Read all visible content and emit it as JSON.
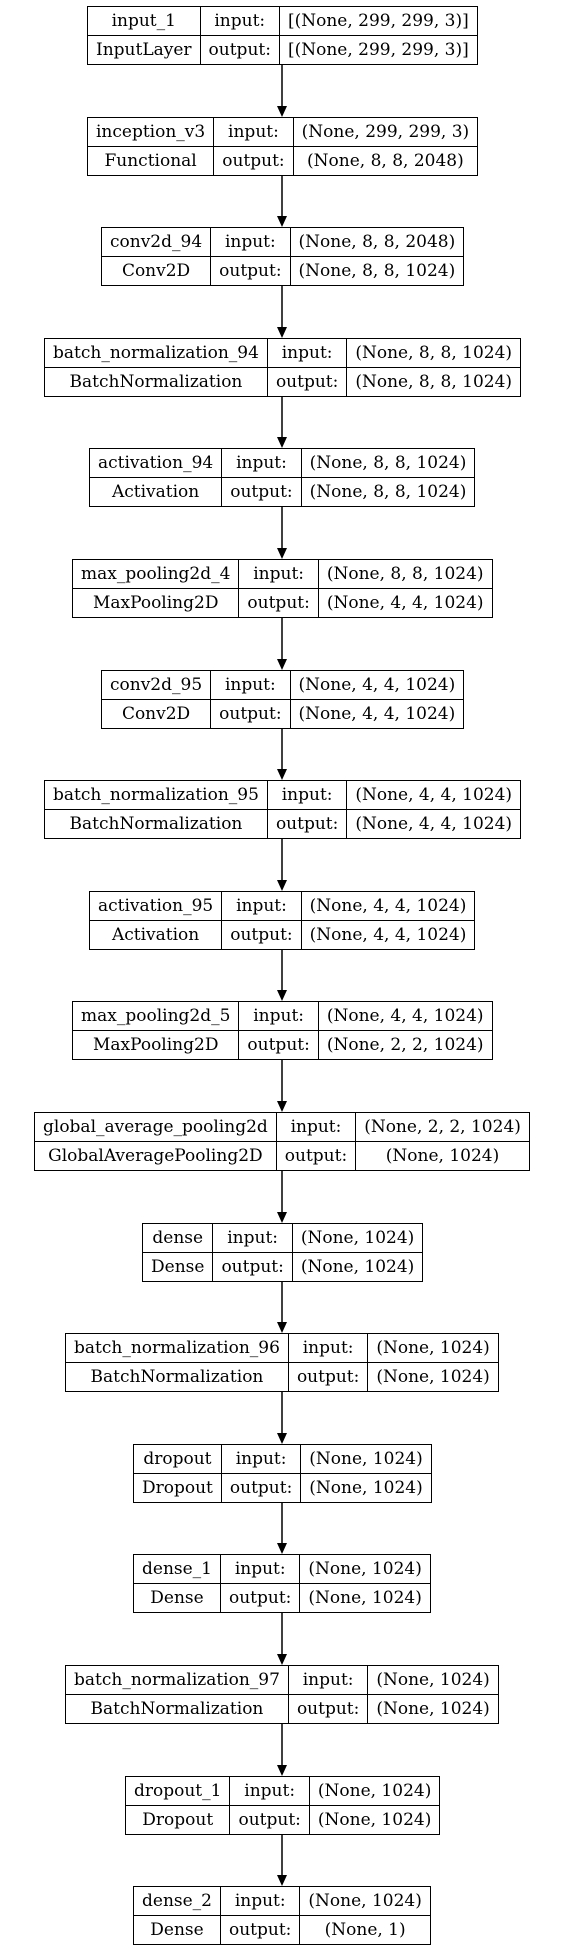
{
  "diagram": {
    "layers": [
      {
        "name": "input_1",
        "type": "InputLayer",
        "input_label": "input:",
        "output_label": "output:",
        "input_shape": "[(None, 299, 299, 3)]",
        "output_shape": "[(None, 299, 299, 3)]"
      },
      {
        "name": "inception_v3",
        "type": "Functional",
        "input_label": "input:",
        "output_label": "output:",
        "input_shape": "(None, 299, 299, 3)",
        "output_shape": "(None, 8, 8, 2048)"
      },
      {
        "name": "conv2d_94",
        "type": "Conv2D",
        "input_label": "input:",
        "output_label": "output:",
        "input_shape": "(None, 8, 8, 2048)",
        "output_shape": "(None, 8, 8, 1024)"
      },
      {
        "name": "batch_normalization_94",
        "type": "BatchNormalization",
        "input_label": "input:",
        "output_label": "output:",
        "input_shape": "(None, 8, 8, 1024)",
        "output_shape": "(None, 8, 8, 1024)"
      },
      {
        "name": "activation_94",
        "type": "Activation",
        "input_label": "input:",
        "output_label": "output:",
        "input_shape": "(None, 8, 8, 1024)",
        "output_shape": "(None, 8, 8, 1024)"
      },
      {
        "name": "max_pooling2d_4",
        "type": "MaxPooling2D",
        "input_label": "input:",
        "output_label": "output:",
        "input_shape": "(None, 8, 8, 1024)",
        "output_shape": "(None, 4, 4, 1024)"
      },
      {
        "name": "conv2d_95",
        "type": "Conv2D",
        "input_label": "input:",
        "output_label": "output:",
        "input_shape": "(None, 4, 4, 1024)",
        "output_shape": "(None, 4, 4, 1024)"
      },
      {
        "name": "batch_normalization_95",
        "type": "BatchNormalization",
        "input_label": "input:",
        "output_label": "output:",
        "input_shape": "(None, 4, 4, 1024)",
        "output_shape": "(None, 4, 4, 1024)"
      },
      {
        "name": "activation_95",
        "type": "Activation",
        "input_label": "input:",
        "output_label": "output:",
        "input_shape": "(None, 4, 4, 1024)",
        "output_shape": "(None, 4, 4, 1024)"
      },
      {
        "name": "max_pooling2d_5",
        "type": "MaxPooling2D",
        "input_label": "input:",
        "output_label": "output:",
        "input_shape": "(None, 4, 4, 1024)",
        "output_shape": "(None, 2, 2, 1024)"
      },
      {
        "name": "global_average_pooling2d",
        "type": "GlobalAveragePooling2D",
        "input_label": "input:",
        "output_label": "output:",
        "input_shape": "(None, 2, 2, 1024)",
        "output_shape": "(None, 1024)"
      },
      {
        "name": "dense",
        "type": "Dense",
        "input_label": "input:",
        "output_label": "output:",
        "input_shape": "(None, 1024)",
        "output_shape": "(None, 1024)"
      },
      {
        "name": "batch_normalization_96",
        "type": "BatchNormalization",
        "input_label": "input:",
        "output_label": "output:",
        "input_shape": "(None, 1024)",
        "output_shape": "(None, 1024)"
      },
      {
        "name": "dropout",
        "type": "Dropout",
        "input_label": "input:",
        "output_label": "output:",
        "input_shape": "(None, 1024)",
        "output_shape": "(None, 1024)"
      },
      {
        "name": "dense_1",
        "type": "Dense",
        "input_label": "input:",
        "output_label": "output:",
        "input_shape": "(None, 1024)",
        "output_shape": "(None, 1024)"
      },
      {
        "name": "batch_normalization_97",
        "type": "BatchNormalization",
        "input_label": "input:",
        "output_label": "output:",
        "input_shape": "(None, 1024)",
        "output_shape": "(None, 1024)"
      },
      {
        "name": "dropout_1",
        "type": "Dropout",
        "input_label": "input:",
        "output_label": "output:",
        "input_shape": "(None, 1024)",
        "output_shape": "(None, 1024)"
      },
      {
        "name": "dense_2",
        "type": "Dense",
        "input_label": "input:",
        "output_label": "output:",
        "input_shape": "(None, 1024)",
        "output_shape": "(None, 1)"
      }
    ],
    "colors": {
      "line": "#000000",
      "background": "#ffffff"
    }
  }
}
